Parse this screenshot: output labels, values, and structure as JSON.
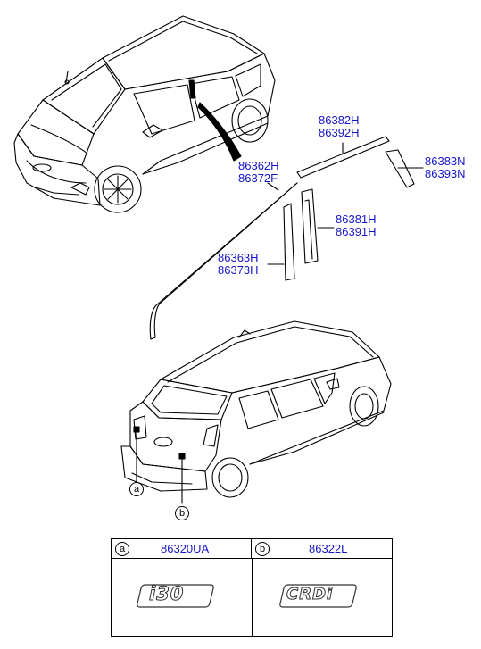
{
  "parts": {
    "label_86382H": "86382H",
    "label_86392H": "86392H",
    "label_86383N": "86383N",
    "label_86393N": "86393N",
    "label_86362H": "86362H",
    "label_86372F": "86372F",
    "label_86381H": "86381H",
    "label_86391H": "86391H",
    "label_86363H": "86363H",
    "label_86373H": "86373H"
  },
  "callouts": {
    "a": "a",
    "b": "b"
  },
  "legend": {
    "a_letter": "a",
    "a_part": "86320UA",
    "a_emblem_text": "i30",
    "b_letter": "b",
    "b_part": "86322L",
    "b_emblem_text": "CRDi"
  },
  "colors": {
    "label": "#1515c8",
    "line": "#000000"
  }
}
